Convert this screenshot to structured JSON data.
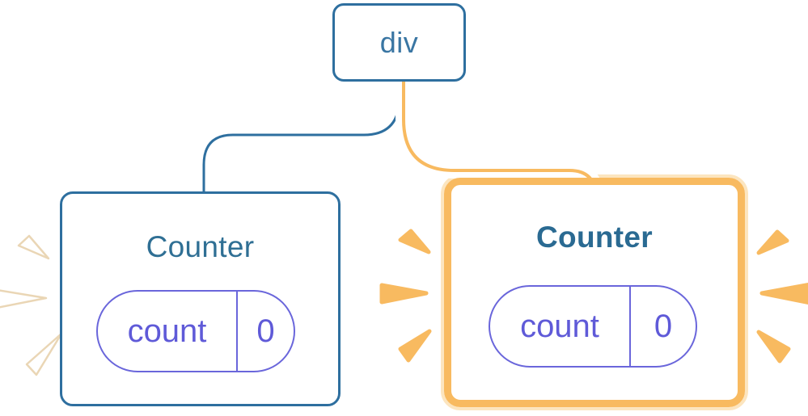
{
  "diagram": {
    "description": "React component tree: a div parent with two Counter children; right Counter highlighted as re-rendered",
    "parent": {
      "label": "div"
    },
    "children": [
      {
        "label": "Counter",
        "state": {
          "key": "count",
          "value": "0"
        },
        "highlighted": false
      },
      {
        "label": "Counter",
        "state": {
          "key": "count",
          "value": "0"
        },
        "highlighted": true
      }
    ]
  },
  "colors": {
    "background": "#ffffff",
    "blue_stroke": "#2e6f9f",
    "blue_text": "#3a76a3",
    "title_blue_left": "#2f6f94",
    "title_blue_right": "#2a6a92",
    "purple": "#5f5ad8",
    "pill_border": "#6a66db",
    "orange": "#f8ba60",
    "orange_pale": "#fce5bf",
    "white_spark_fill": "#ffffff",
    "white_spark_outline": "#ead6b5",
    "connector_casing": "#ffffff"
  }
}
